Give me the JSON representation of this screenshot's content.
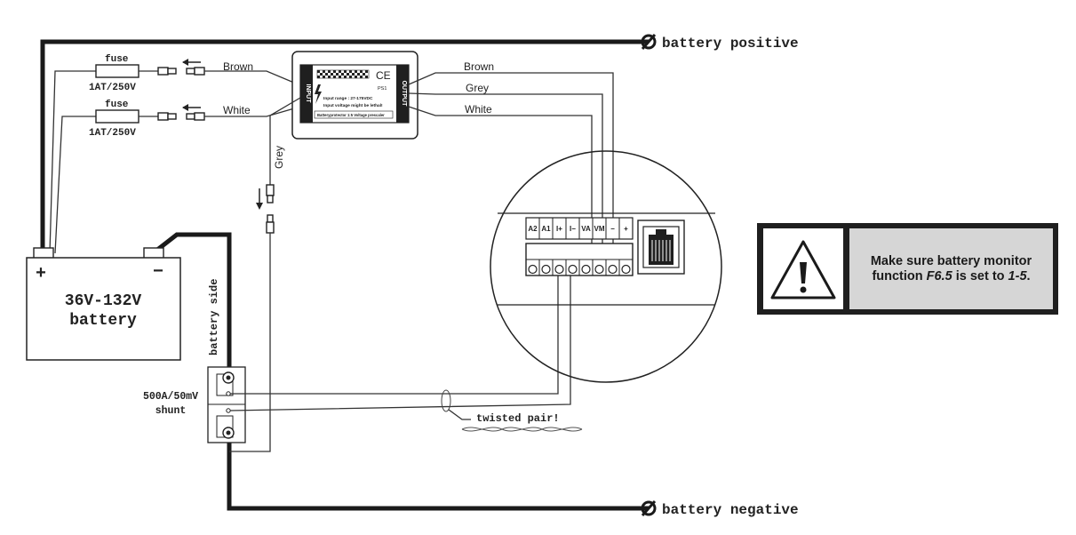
{
  "labels": {
    "battery_positive": "battery positive",
    "battery_negative": "battery negative",
    "fuse": "fuse",
    "fuse_rating": "1AT/250V",
    "battery_voltage": "36V-132V",
    "battery_word": "battery",
    "plus": "+",
    "minus": "−",
    "battery_side": "battery side",
    "shunt_rating": "500A/50mV",
    "shunt_word": "shunt",
    "twisted_pair": "twisted pair!"
  },
  "wires": {
    "brown": "Brown",
    "white": "White",
    "grey": "Grey"
  },
  "prescaler": {
    "input_label": "INPUT",
    "output_label": "OUTPUT",
    "ce_mark": "CE",
    "model": "PS1",
    "input_range": "Input range : 27-175VDC",
    "warning_line": "Input voltage might be lethal!",
    "footer": "Batteryprotector 1:5 Voltage prescaler"
  },
  "monitor": {
    "terminals": [
      "A2",
      "A1",
      "I+",
      "I−",
      "VA",
      "VM",
      "−",
      "+"
    ]
  },
  "warning": {
    "text_before": "Make sure battery monitor function ",
    "function_code": "F6.5",
    "text_middle": " is set to ",
    "value": "1-5",
    "text_after": "."
  },
  "colors": {
    "thick_wire": "#1a1a1a",
    "thin_wire": "#333333",
    "warning_panel": "#d6d6d6"
  },
  "icons": [
    "no-symbol-icon",
    "arrow-left-icon",
    "arrow-down-icon",
    "lightning-icon",
    "ce-mark-icon",
    "warning-triangle-icon",
    "rj45-jack-icon"
  ]
}
